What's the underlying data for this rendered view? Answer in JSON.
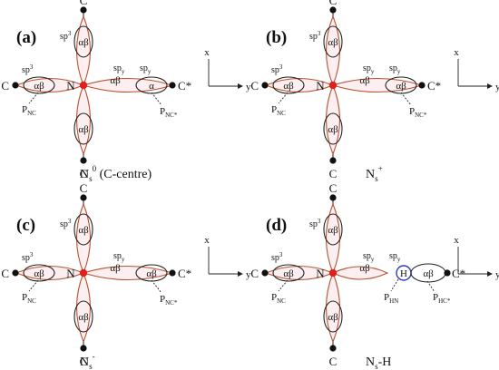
{
  "colors": {
    "outer_lobe": "#b5542f",
    "outer_fill": "#fbe1e6",
    "inner_lobe": "#222222",
    "center_atom": "#e0201d",
    "end_atom": "#111111",
    "h_orbital": "#2f3ac8",
    "text": "#111111"
  },
  "axes": {
    "x": "x",
    "y": "y"
  },
  "atoms": {
    "nitrogen": "N",
    "carbon": "C",
    "carbon_star": "C*"
  },
  "orbital_label": "αβ",
  "hybrid": {
    "sp": "sp",
    "sup3": "3",
    "suby": "y"
  },
  "p_orbital": {
    "p": "P"
  },
  "panels": [
    {
      "id": "a",
      "label": "(a)",
      "caption_main": "N",
      "caption_sub": "s",
      "caption_sup": "0",
      "caption_suffix": " (C-centre)",
      "right_inner_label": "α",
      "left_p_sub": "NC",
      "right_p_sub": "NC*",
      "right_sp_subs": [
        "y",
        "y"
      ],
      "h_variant": false
    },
    {
      "id": "b",
      "label": "(b)",
      "caption_main": "N",
      "caption_sub": "s",
      "caption_sup": "+",
      "caption_suffix": "",
      "right_inner_label": "αβ",
      "left_p_sub": "NC",
      "right_p_sub": "NC*",
      "right_sp_subs": [
        "y",
        "y"
      ],
      "h_variant": false
    },
    {
      "id": "c",
      "label": "(c)",
      "caption_main": "N",
      "caption_sub": "s",
      "caption_sup": "-",
      "caption_suffix": "",
      "right_inner_label": "αβ",
      "left_p_sub": "NC",
      "right_p_sub": "NC*",
      "right_sp_subs": [
        "y"
      ],
      "h_variant": false
    },
    {
      "id": "d",
      "label": "(d)",
      "caption_main": "N",
      "caption_sub": "s",
      "caption_sup": "",
      "caption_suffix": "-H",
      "right_inner_label": "αβ",
      "left_p_sub": "NC",
      "right_p_sub": "HC*",
      "right_sp_subs": [
        "y",
        "y"
      ],
      "h_variant": true,
      "h_label": "H",
      "h_p_sub": "HN"
    }
  ]
}
